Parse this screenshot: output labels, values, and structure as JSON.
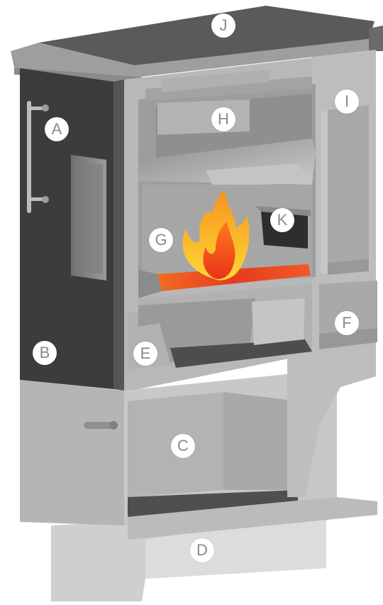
{
  "diagram": {
    "labels": [
      {
        "id": "A",
        "text": "A"
      },
      {
        "id": "B",
        "text": "B"
      },
      {
        "id": "C",
        "text": "C"
      },
      {
        "id": "D",
        "text": "D"
      },
      {
        "id": "E",
        "text": "E"
      },
      {
        "id": "F",
        "text": "F"
      },
      {
        "id": "G",
        "text": "G"
      },
      {
        "id": "H",
        "text": "H"
      },
      {
        "id": "I",
        "text": "I"
      },
      {
        "id": "J",
        "text": "J"
      },
      {
        "id": "K",
        "text": "K"
      }
    ]
  }
}
